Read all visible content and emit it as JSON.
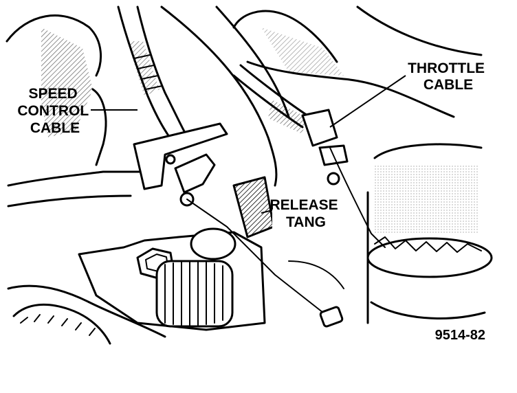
{
  "labels": {
    "speed_control_cable": [
      "SPEED",
      "CONTROL",
      "CABLE"
    ],
    "throttle_cable": [
      "THROTTLE",
      "CABLE"
    ],
    "release_tang": [
      "RELEASE",
      "TANG"
    ]
  },
  "figure_id": "9514-82"
}
